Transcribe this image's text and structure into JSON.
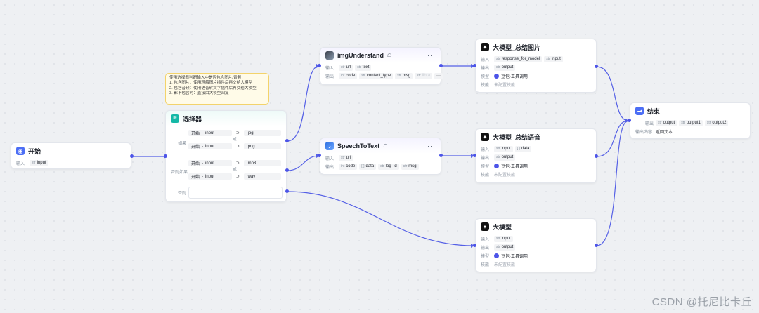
{
  "nodes": {
    "start": {
      "title": "开始",
      "input_label": "输入",
      "input_type": "str",
      "input_name": "input"
    },
    "note": {
      "lines": [
        "使用选择器判断输入中是否包含图片/音频：",
        "1. 包含图片：使用理解图片插件后再交给大模型",
        "2. 包含音频：使用语音转文字插件后再交给大模型",
        "3. 都不包含时：直接由大模型回复"
      ]
    },
    "selector": {
      "title": "选择器",
      "icon": "IF",
      "case1_label": "如果",
      "case2_label": "否则如果",
      "else_label": "否则",
      "or_label": "或",
      "conditions": [
        {
          "left": "开始",
          "arrow": "-",
          "param": "input",
          "op": "⊃",
          "value": ".jpg"
        },
        {
          "left": "开始",
          "arrow": "-",
          "param": "input",
          "op": "⊃",
          "value": ".png"
        },
        {
          "left": "开始",
          "arrow": "-",
          "param": "input",
          "op": "⊃",
          "value": ".mp3"
        },
        {
          "left": "开始",
          "arrow": "-",
          "param": "input",
          "op": "⊃",
          "value": ".wav"
        }
      ]
    },
    "img": {
      "title": "imgUnderstand",
      "input_label": "输入",
      "output_label": "输出",
      "inputs": [
        {
          "t": "str",
          "n": "url"
        },
        {
          "t": "str",
          "n": "text"
        }
      ],
      "outputs": [
        {
          "t": "int",
          "n": "code"
        },
        {
          "t": "str",
          "n": "content_type"
        },
        {
          "t": "str",
          "n": "msg"
        },
        {
          "t": "str",
          "n": "libra"
        }
      ]
    },
    "speech": {
      "title": "SpeechToText",
      "input_label": "输入",
      "output_label": "输出",
      "inputs": [
        {
          "t": "str",
          "n": "url"
        }
      ],
      "outputs": [
        {
          "t": "int",
          "n": "code"
        },
        {
          "t": "[ ]",
          "n": "data"
        },
        {
          "t": "str",
          "n": "log_id"
        },
        {
          "t": "str",
          "n": "msg"
        }
      ]
    },
    "llm1": {
      "title": "大模型_总结图片",
      "input_label": "输入",
      "output_label": "输出",
      "model_label": "模型",
      "skill_label": "技能",
      "inputs": [
        {
          "t": "str",
          "n": "response_for_model"
        },
        {
          "t": "str",
          "n": "input"
        }
      ],
      "outputs": [
        {
          "t": "str",
          "n": "output"
        }
      ],
      "model": "豆包·工具调用",
      "skill": "未配置技能"
    },
    "llm2": {
      "title": "大模型_总结语音",
      "input_label": "输入",
      "output_label": "输出",
      "model_label": "模型",
      "skill_label": "技能",
      "inputs": [
        {
          "t": "str",
          "n": "input"
        },
        {
          "t": "[ ]",
          "n": "data"
        }
      ],
      "outputs": [
        {
          "t": "str",
          "n": "output"
        }
      ],
      "model": "豆包·工具调用",
      "skill": "未配置技能"
    },
    "llm3": {
      "title": "大模型",
      "input_label": "输入",
      "output_label": "输出",
      "model_label": "模型",
      "skill_label": "技能",
      "inputs": [
        {
          "t": "str",
          "n": "input"
        }
      ],
      "outputs": [
        {
          "t": "str",
          "n": "output"
        }
      ],
      "model": "豆包·工具调用",
      "skill": "未配置技能"
    },
    "end": {
      "title": "结束",
      "output_label": "输出",
      "content_label": "输出内容",
      "outputs": [
        {
          "t": "str",
          "n": "output"
        },
        {
          "t": "str",
          "n": "output1"
        },
        {
          "t": "str",
          "n": "output2"
        }
      ],
      "content": "返回文本"
    }
  },
  "colors": {
    "accent": "#4c54e8",
    "edge": "#5560e6",
    "note_bg": "#fffbe8",
    "note_border": "#f3d36b"
  },
  "watermark": "CSDN @托尼比卡丘"
}
